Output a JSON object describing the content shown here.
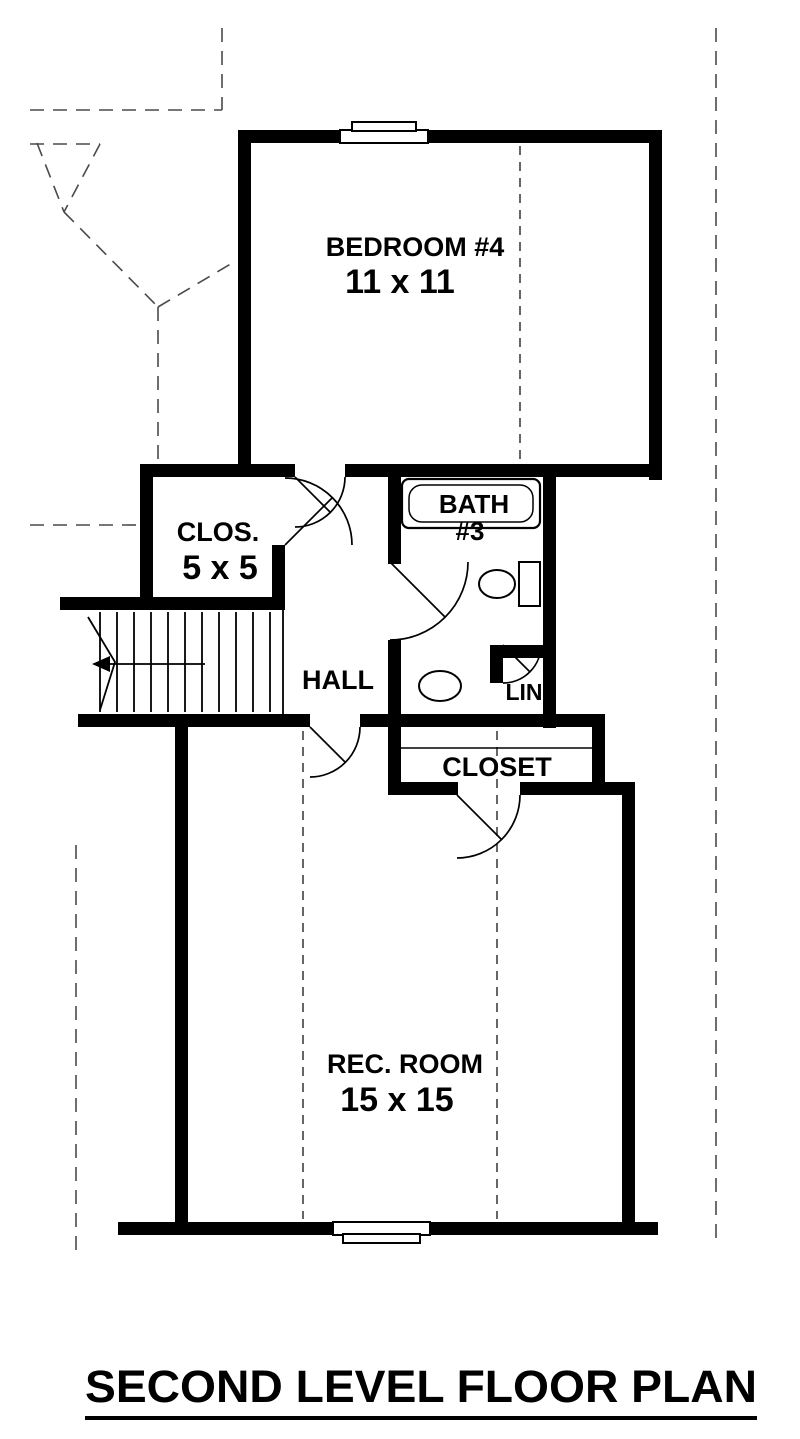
{
  "title": "SECOND LEVEL FLOOR PLAN",
  "rooms": {
    "bedroom4": {
      "label": "BEDROOM #4",
      "dims": "11 x 11"
    },
    "clos": {
      "label": "CLOS.",
      "dims": "5 x 5"
    },
    "bath3": {
      "line1": "BATH",
      "line2": "#3"
    },
    "hall": {
      "label": "HALL"
    },
    "lin": {
      "label": "LIN"
    },
    "closet": {
      "label": "CLOSET"
    },
    "rec_room": {
      "label": "REC. ROOM",
      "dims": "15 x 15"
    }
  },
  "colors": {
    "wall": "#000000",
    "line": "#000000",
    "dashed_reference": "#4a4a4a",
    "background": "#ffffff"
  }
}
